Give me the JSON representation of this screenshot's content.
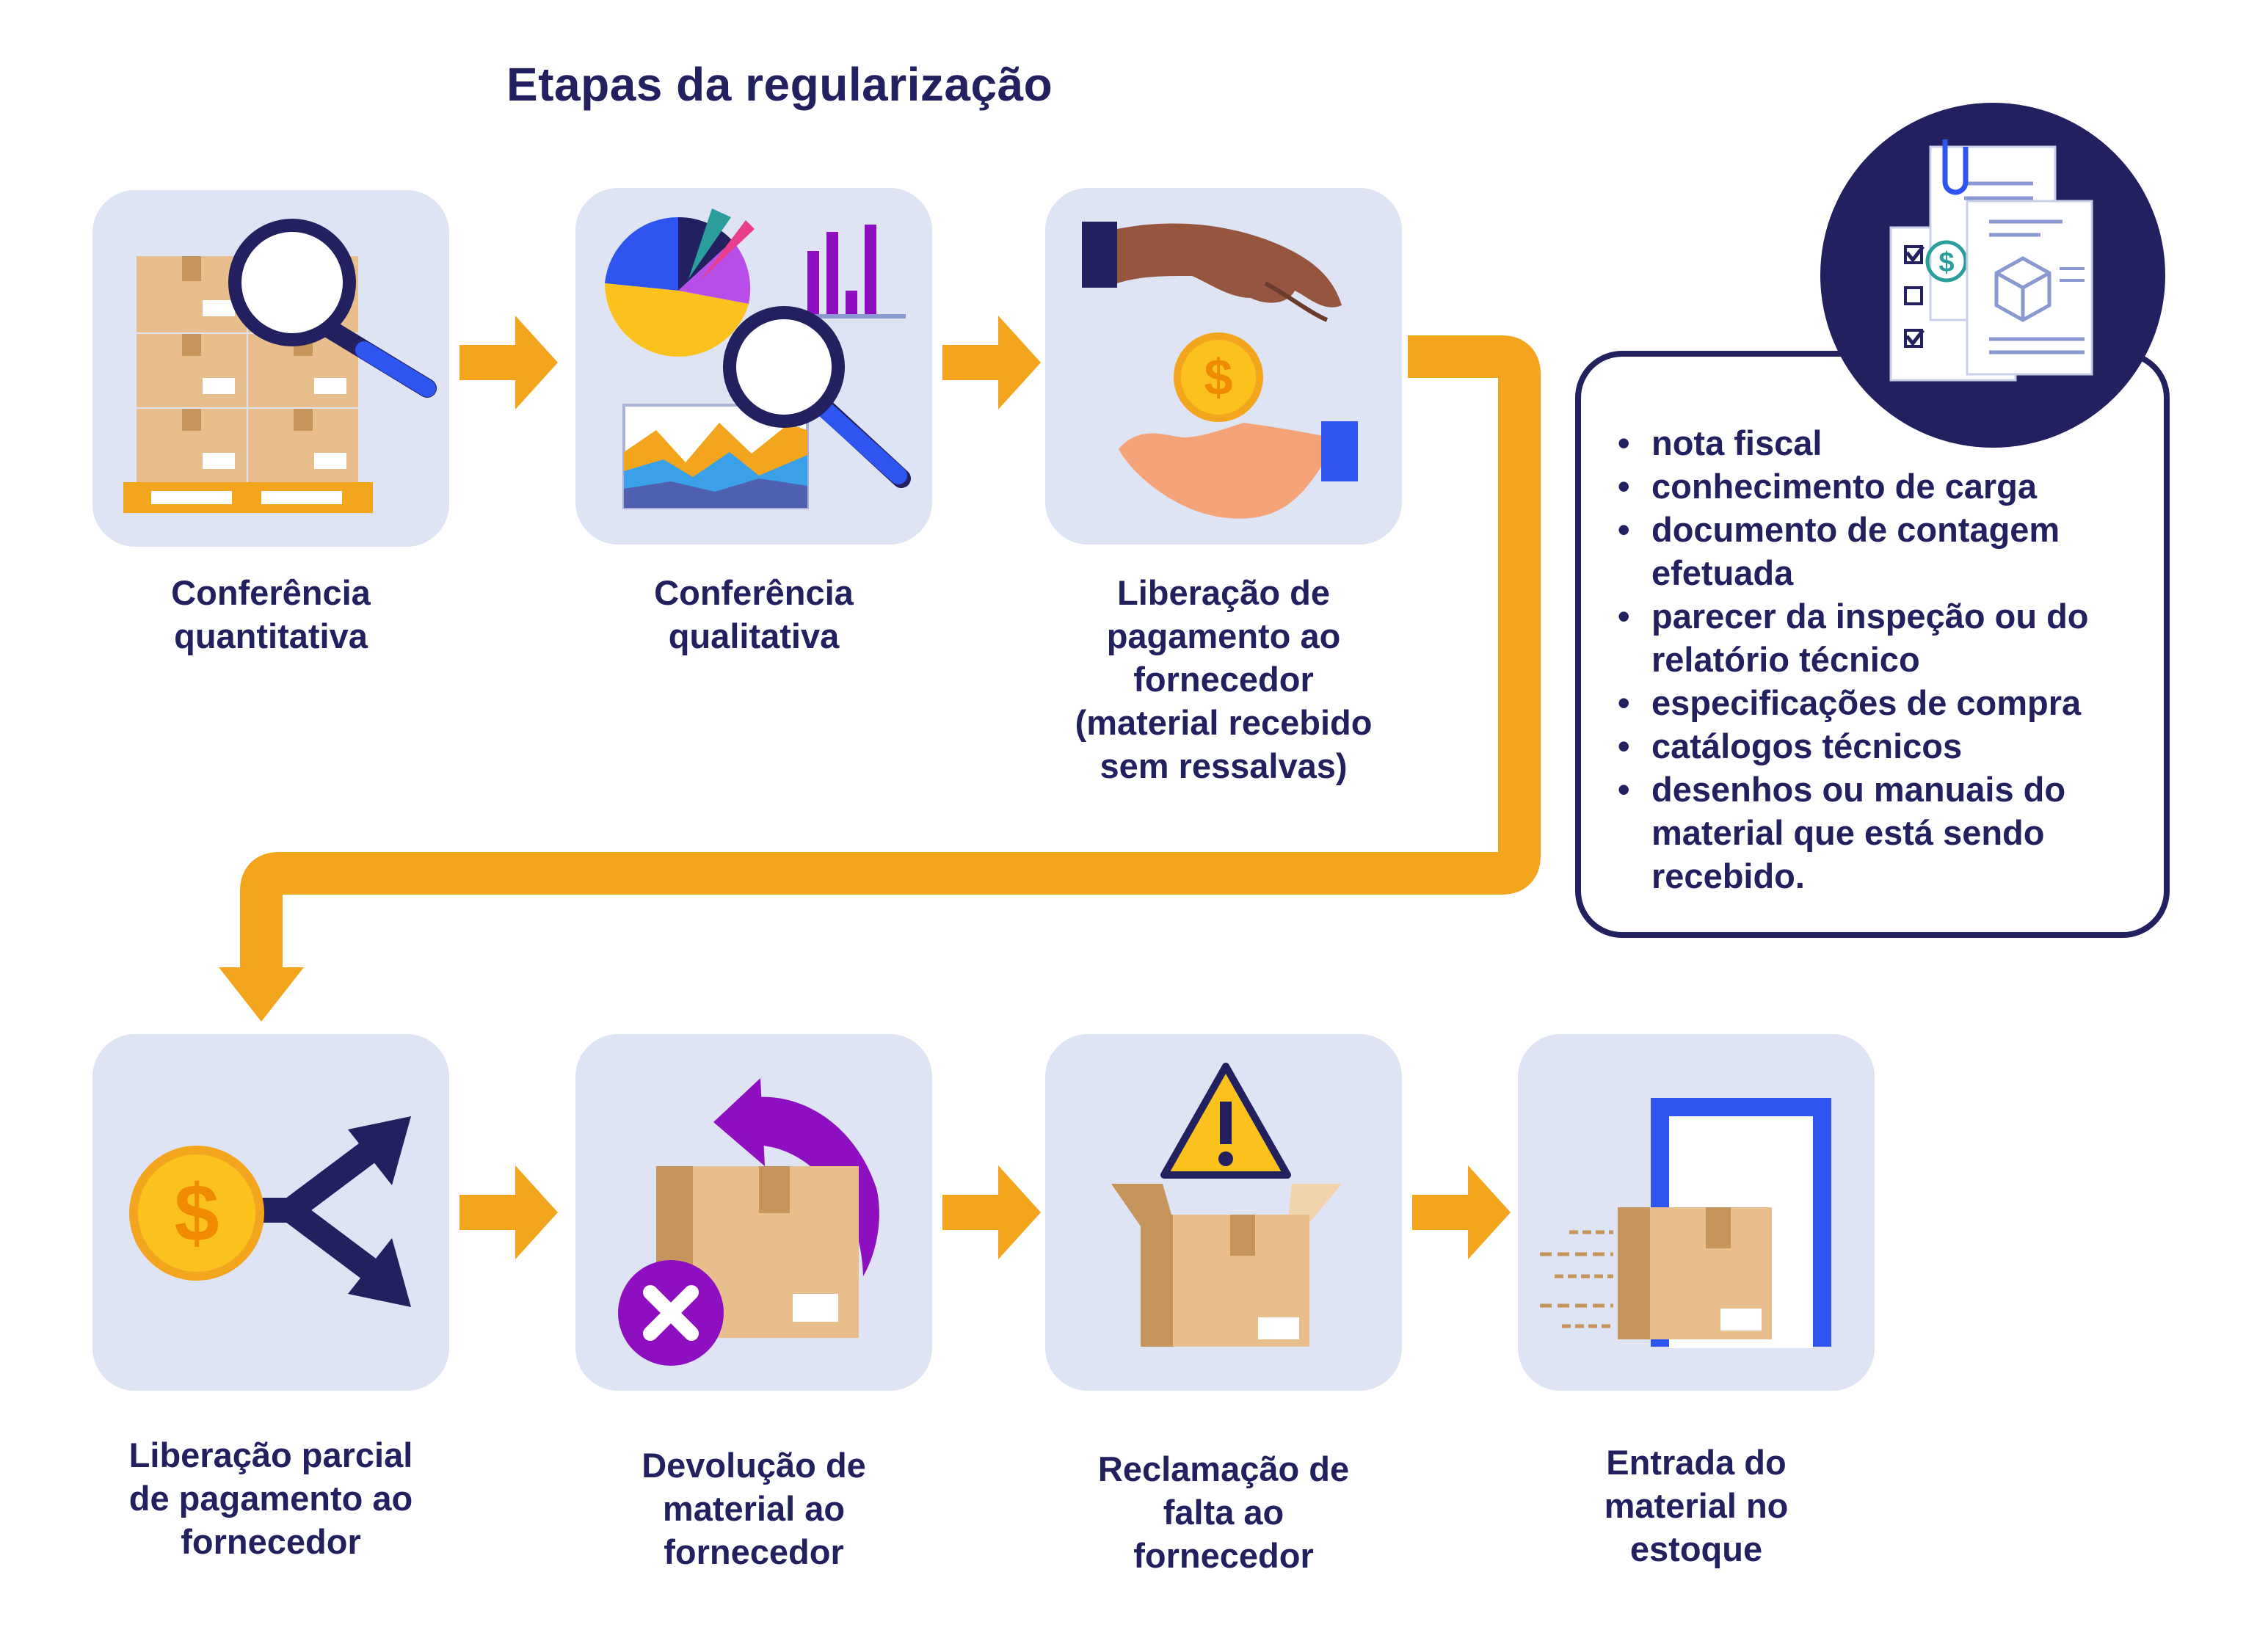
{
  "title": "Etapas da regularização",
  "steps": [
    {
      "lines": [
        "Conferência",
        "quantitativa"
      ]
    },
    {
      "lines": [
        "Conferência",
        "qualitativa"
      ]
    },
    {
      "lines": [
        "Liberação de",
        "pagamento ao",
        "fornecedor",
        "(material recebido",
        "sem ressalvas)"
      ]
    },
    {
      "lines": [
        "Liberação parcial",
        "de pagamento ao",
        "fornecedor"
      ]
    },
    {
      "lines": [
        "Devolução de",
        "material ao",
        "fornecedor"
      ]
    },
    {
      "lines": [
        "Reclamação de",
        "falta ao",
        "fornecedor"
      ]
    },
    {
      "lines": [
        "Entrada do",
        "material no",
        "estoque"
      ]
    }
  ],
  "documents": {
    "items": [
      "nota fiscal",
      "conhecimento de carga",
      "documento de contagem efetuada",
      "parecer da inspeção ou do relatório técnico",
      "especificações de compra",
      "catálogos técnicos",
      "desenhos ou manuais do material que está sendo recebido."
    ]
  },
  "icons": {
    "step1": "pallet-boxes-magnifier-icon",
    "step2": "charts-magnifier-icon",
    "step3": "hands-coin-payment-icon",
    "step4": "coin-split-arrows-icon",
    "step5": "box-return-cancel-icon",
    "step6": "open-box-warning-icon",
    "step7": "box-entering-door-icon",
    "documents": "documents-stack-icon",
    "currency": "$"
  },
  "colors": {
    "navy": "#22205e",
    "card": "#dfe4f5",
    "orange": "#f3a51e",
    "box": "#e8be8c",
    "purple": "#8e0fc0",
    "blue": "#2e55f0",
    "coin": "#fbc21d"
  }
}
